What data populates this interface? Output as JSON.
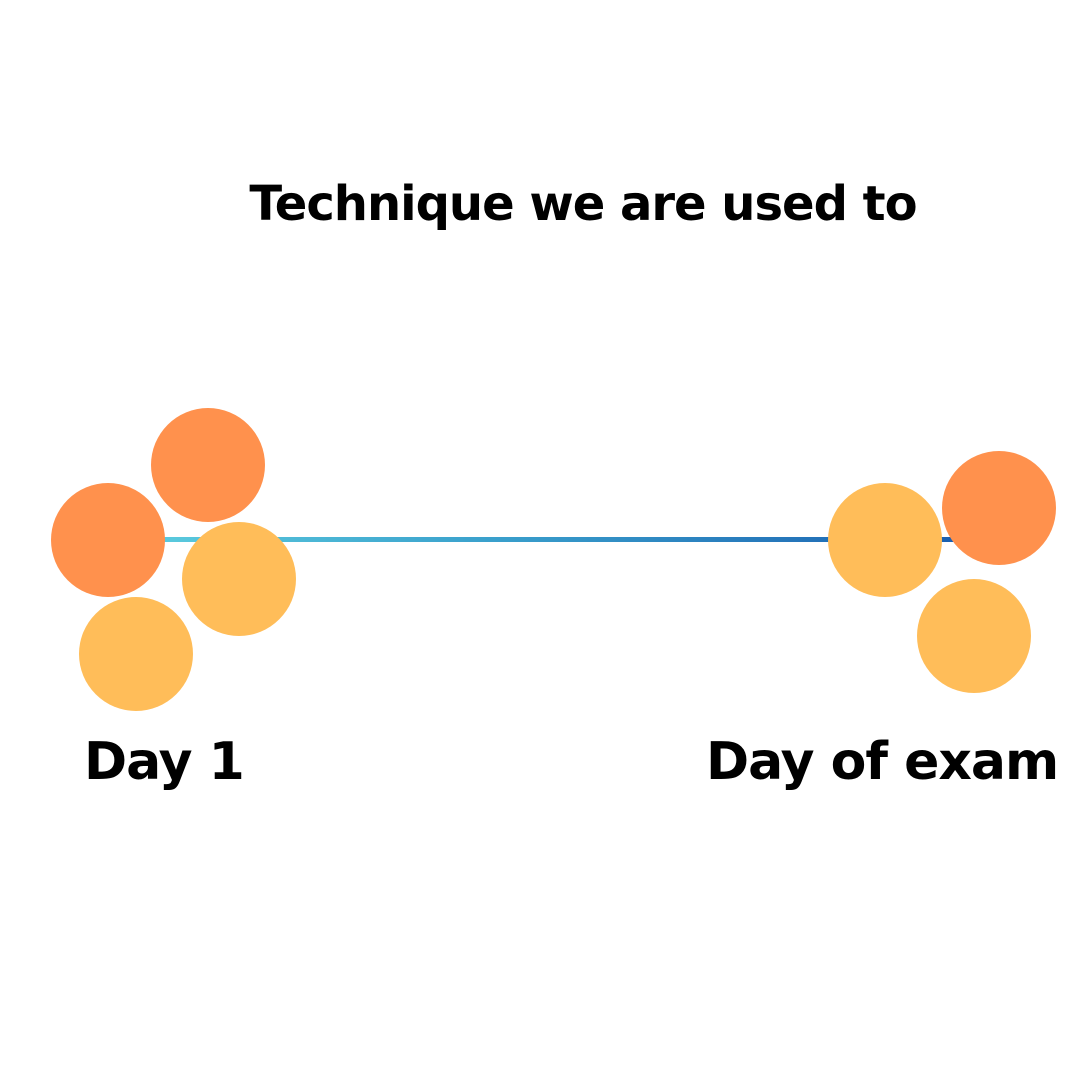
{
  "diagram": {
    "title": "Technique we are used to",
    "start_label": "Day 1",
    "end_label": "Day of exam",
    "colors": {
      "orange": "#ff914d",
      "yellow": "#ffbd59",
      "line_start": "#5fd0e0",
      "line_end": "#1a5fb0"
    }
  }
}
